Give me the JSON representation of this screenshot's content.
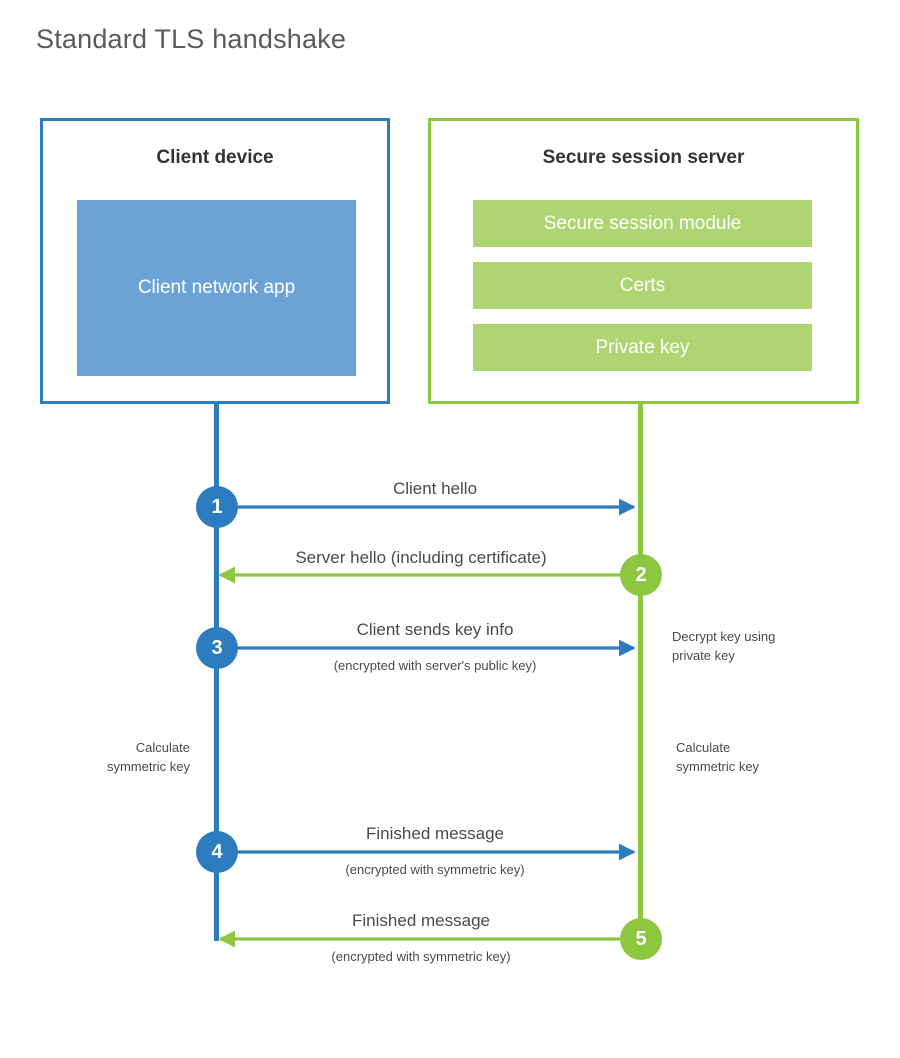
{
  "title": "Standard TLS handshake",
  "entities": {
    "client": {
      "title": "Client device",
      "app_label": "Client network app"
    },
    "server": {
      "title": "Secure session server",
      "components": [
        "Secure session module",
        "Certs",
        "Private key"
      ]
    }
  },
  "steps": [
    {
      "number": "1",
      "label": "Client hello",
      "sublabel": "",
      "direction": "client-to-server",
      "color": "#2E7CC0"
    },
    {
      "number": "2",
      "label": "Server hello (including certificate)",
      "sublabel": "",
      "direction": "server-to-client",
      "color": "#8DC63F"
    },
    {
      "number": "3",
      "label": "Client sends key info",
      "sublabel": "(encrypted with server's public key)",
      "direction": "client-to-server",
      "color": "#2E7CC0"
    },
    {
      "number": "4",
      "label": "Finished message",
      "sublabel": "(encrypted with symmetric key)",
      "direction": "client-to-server",
      "color": "#2E7CC0"
    },
    {
      "number": "5",
      "label": "Finished message",
      "sublabel": "(encrypted with symmetric key)",
      "direction": "server-to-client",
      "color": "#8DC63F"
    }
  ],
  "annotations": {
    "decrypt_key": "Decrypt key using\nprivate key",
    "decrypt_key_line1": "Decrypt key using",
    "decrypt_key_line2": "private key",
    "client_calculate_line1": "Calculate",
    "client_calculate_line2": "symmetric key",
    "server_calculate_line1": "Calculate",
    "server_calculate_line2": "symmetric key"
  },
  "colors": {
    "client_blue": "#2E7CC0",
    "client_panel_blue": "#6BA3D6",
    "server_green": "#8DC63F",
    "server_bar_green": "#AED571",
    "title_gray": "#5A5A5A",
    "text_gray": "#4A4A4A",
    "background": "#FFFFFF"
  }
}
